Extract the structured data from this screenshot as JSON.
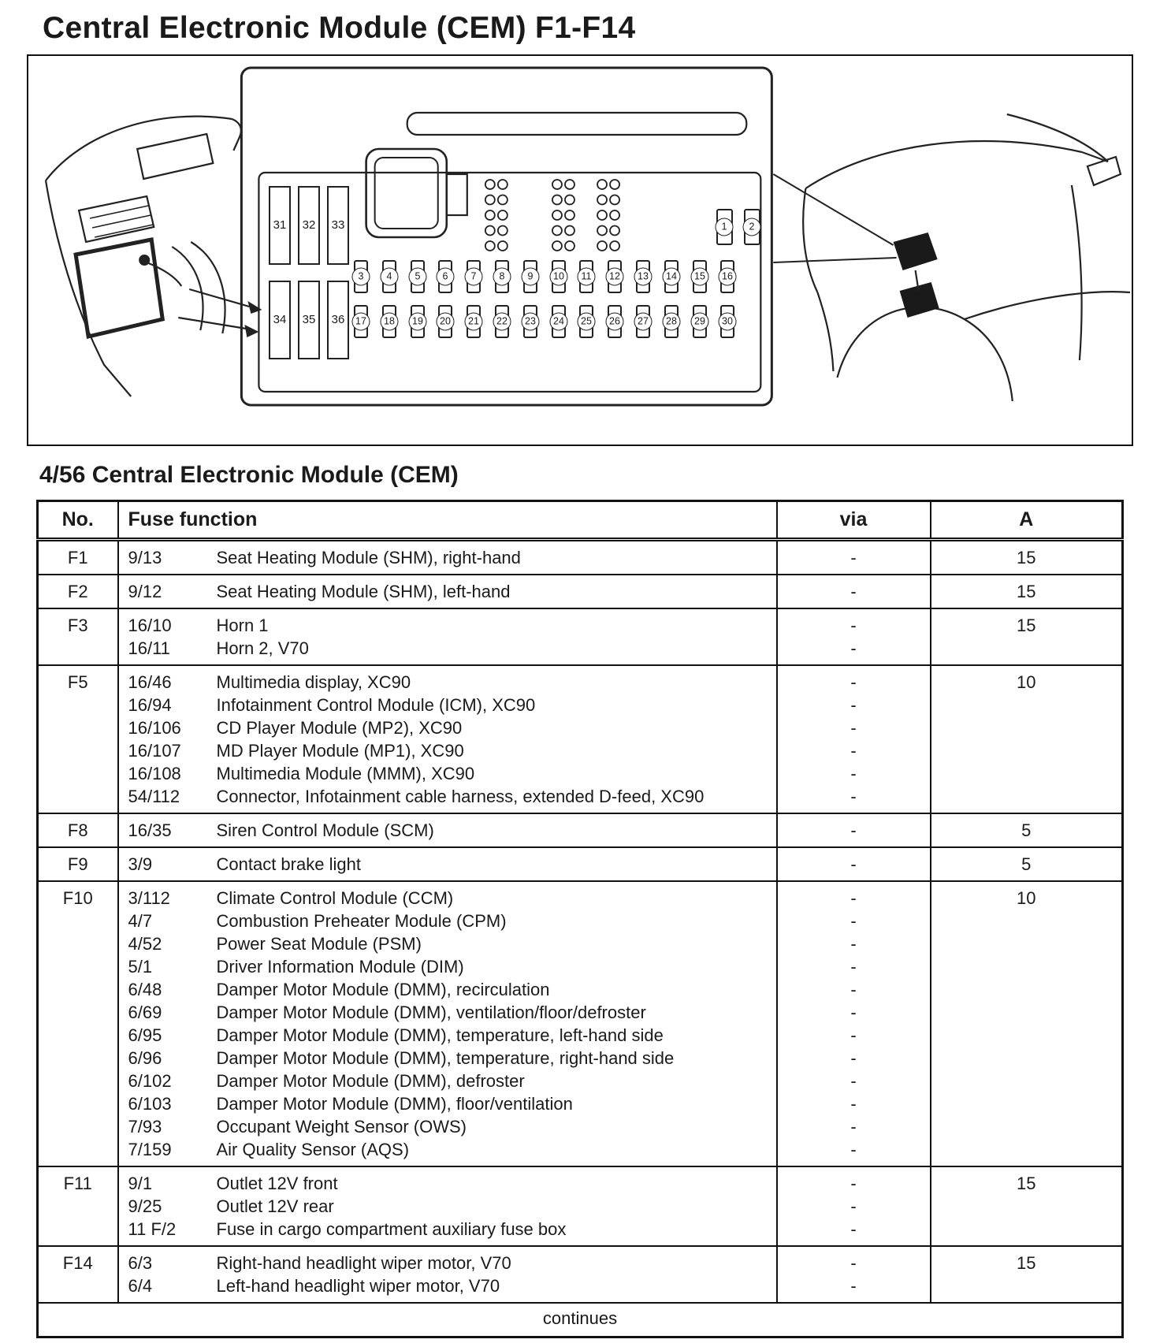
{
  "page": {
    "title": "Central Electronic Module (CEM) F1-F14",
    "subtitle": "4/56 Central Electronic Module (CEM)",
    "continues_label": "continues"
  },
  "diagram": {
    "left_fuse_labels_top": [
      "31",
      "32",
      "33"
    ],
    "left_fuse_labels_bottom": [
      "34",
      "35",
      "36"
    ],
    "relay_labels": [
      "1",
      "2"
    ],
    "fuse_row_top": [
      "3",
      "4",
      "5",
      "6",
      "7",
      "8",
      "9",
      "10",
      "11",
      "12",
      "13",
      "14",
      "15",
      "16"
    ],
    "fuse_row_bottom": [
      "17",
      "18",
      "19",
      "20",
      "21",
      "22",
      "23",
      "24",
      "25",
      "26",
      "27",
      "28",
      "29",
      "30"
    ]
  },
  "table": {
    "headers": {
      "no": "No.",
      "function": "Fuse function",
      "via": "via",
      "a": "A"
    },
    "rows": [
      {
        "no": "F1",
        "amp": "15",
        "lines": [
          {
            "code": "9/13",
            "desc": "Seat Heating Module (SHM), right-hand",
            "via": "-"
          }
        ]
      },
      {
        "no": "F2",
        "amp": "15",
        "lines": [
          {
            "code": "9/12",
            "desc": "Seat Heating Module (SHM), left-hand",
            "via": "-"
          }
        ]
      },
      {
        "no": "F3",
        "amp": "15",
        "lines": [
          {
            "code": "16/10",
            "desc": "Horn 1",
            "via": "-"
          },
          {
            "code": "16/11",
            "desc": "Horn 2, V70",
            "via": "-"
          }
        ]
      },
      {
        "no": "F5",
        "amp": "10",
        "lines": [
          {
            "code": "16/46",
            "desc": "Multimedia display, XC90",
            "via": "-"
          },
          {
            "code": "16/94",
            "desc": "Infotainment Control Module (ICM), XC90",
            "via": "-"
          },
          {
            "code": "16/106",
            "desc": "CD Player Module (MP2), XC90",
            "via": "-"
          },
          {
            "code": "16/107",
            "desc": "MD Player Module (MP1), XC90",
            "via": "-"
          },
          {
            "code": "16/108",
            "desc": "Multimedia Module (MMM), XC90",
            "via": "-"
          },
          {
            "code": "54/112",
            "desc": "Connector, Infotainment cable harness, extended D-feed, XC90",
            "via": "-"
          }
        ]
      },
      {
        "no": "F8",
        "amp": "5",
        "lines": [
          {
            "code": "16/35",
            "desc": "Siren Control Module (SCM)",
            "via": "-"
          }
        ]
      },
      {
        "no": "F9",
        "amp": "5",
        "lines": [
          {
            "code": "3/9",
            "desc": "Contact brake light",
            "via": "-"
          }
        ]
      },
      {
        "no": "F10",
        "amp": "10",
        "lines": [
          {
            "code": "3/112",
            "desc": "Climate Control Module (CCM)",
            "via": "-"
          },
          {
            "code": "4/7",
            "desc": "Combustion Preheater Module (CPM)",
            "via": "-"
          },
          {
            "code": "4/52",
            "desc": "Power Seat Module (PSM)",
            "via": "-"
          },
          {
            "code": "5/1",
            "desc": "Driver Information Module (DIM)",
            "via": "-"
          },
          {
            "code": "6/48",
            "desc": "Damper Motor Module (DMM), recirculation",
            "via": "-"
          },
          {
            "code": "6/69",
            "desc": "Damper Motor Module (DMM), ventilation/floor/defroster",
            "via": "-"
          },
          {
            "code": "6/95",
            "desc": "Damper Motor Module (DMM), temperature, left-hand side",
            "via": "-"
          },
          {
            "code": "6/96",
            "desc": "Damper Motor Module (DMM), temperature, right-hand side",
            "via": "-"
          },
          {
            "code": "6/102",
            "desc": "Damper Motor Module (DMM), defroster",
            "via": "-"
          },
          {
            "code": "6/103",
            "desc": "Damper Motor Module (DMM), floor/ventilation",
            "via": "-"
          },
          {
            "code": "7/93",
            "desc": "Occupant Weight Sensor (OWS)",
            "via": "-"
          },
          {
            "code": "7/159",
            "desc": "Air Quality Sensor (AQS)",
            "via": "-"
          }
        ]
      },
      {
        "no": "F11",
        "amp": "15",
        "lines": [
          {
            "code": "9/1",
            "desc": "Outlet 12V front",
            "via": "-"
          },
          {
            "code": "9/25",
            "desc": "Outlet 12V rear",
            "via": "-"
          },
          {
            "code": "11 F/2",
            "desc": "Fuse in cargo compartment auxiliary fuse box",
            "via": "-"
          }
        ]
      },
      {
        "no": "F14",
        "amp": "15",
        "lines": [
          {
            "code": "6/3",
            "desc": "Right-hand headlight wiper motor, V70",
            "via": "-"
          },
          {
            "code": "6/4",
            "desc": "Left-hand headlight wiper motor, V70",
            "via": "-"
          }
        ]
      }
    ]
  }
}
